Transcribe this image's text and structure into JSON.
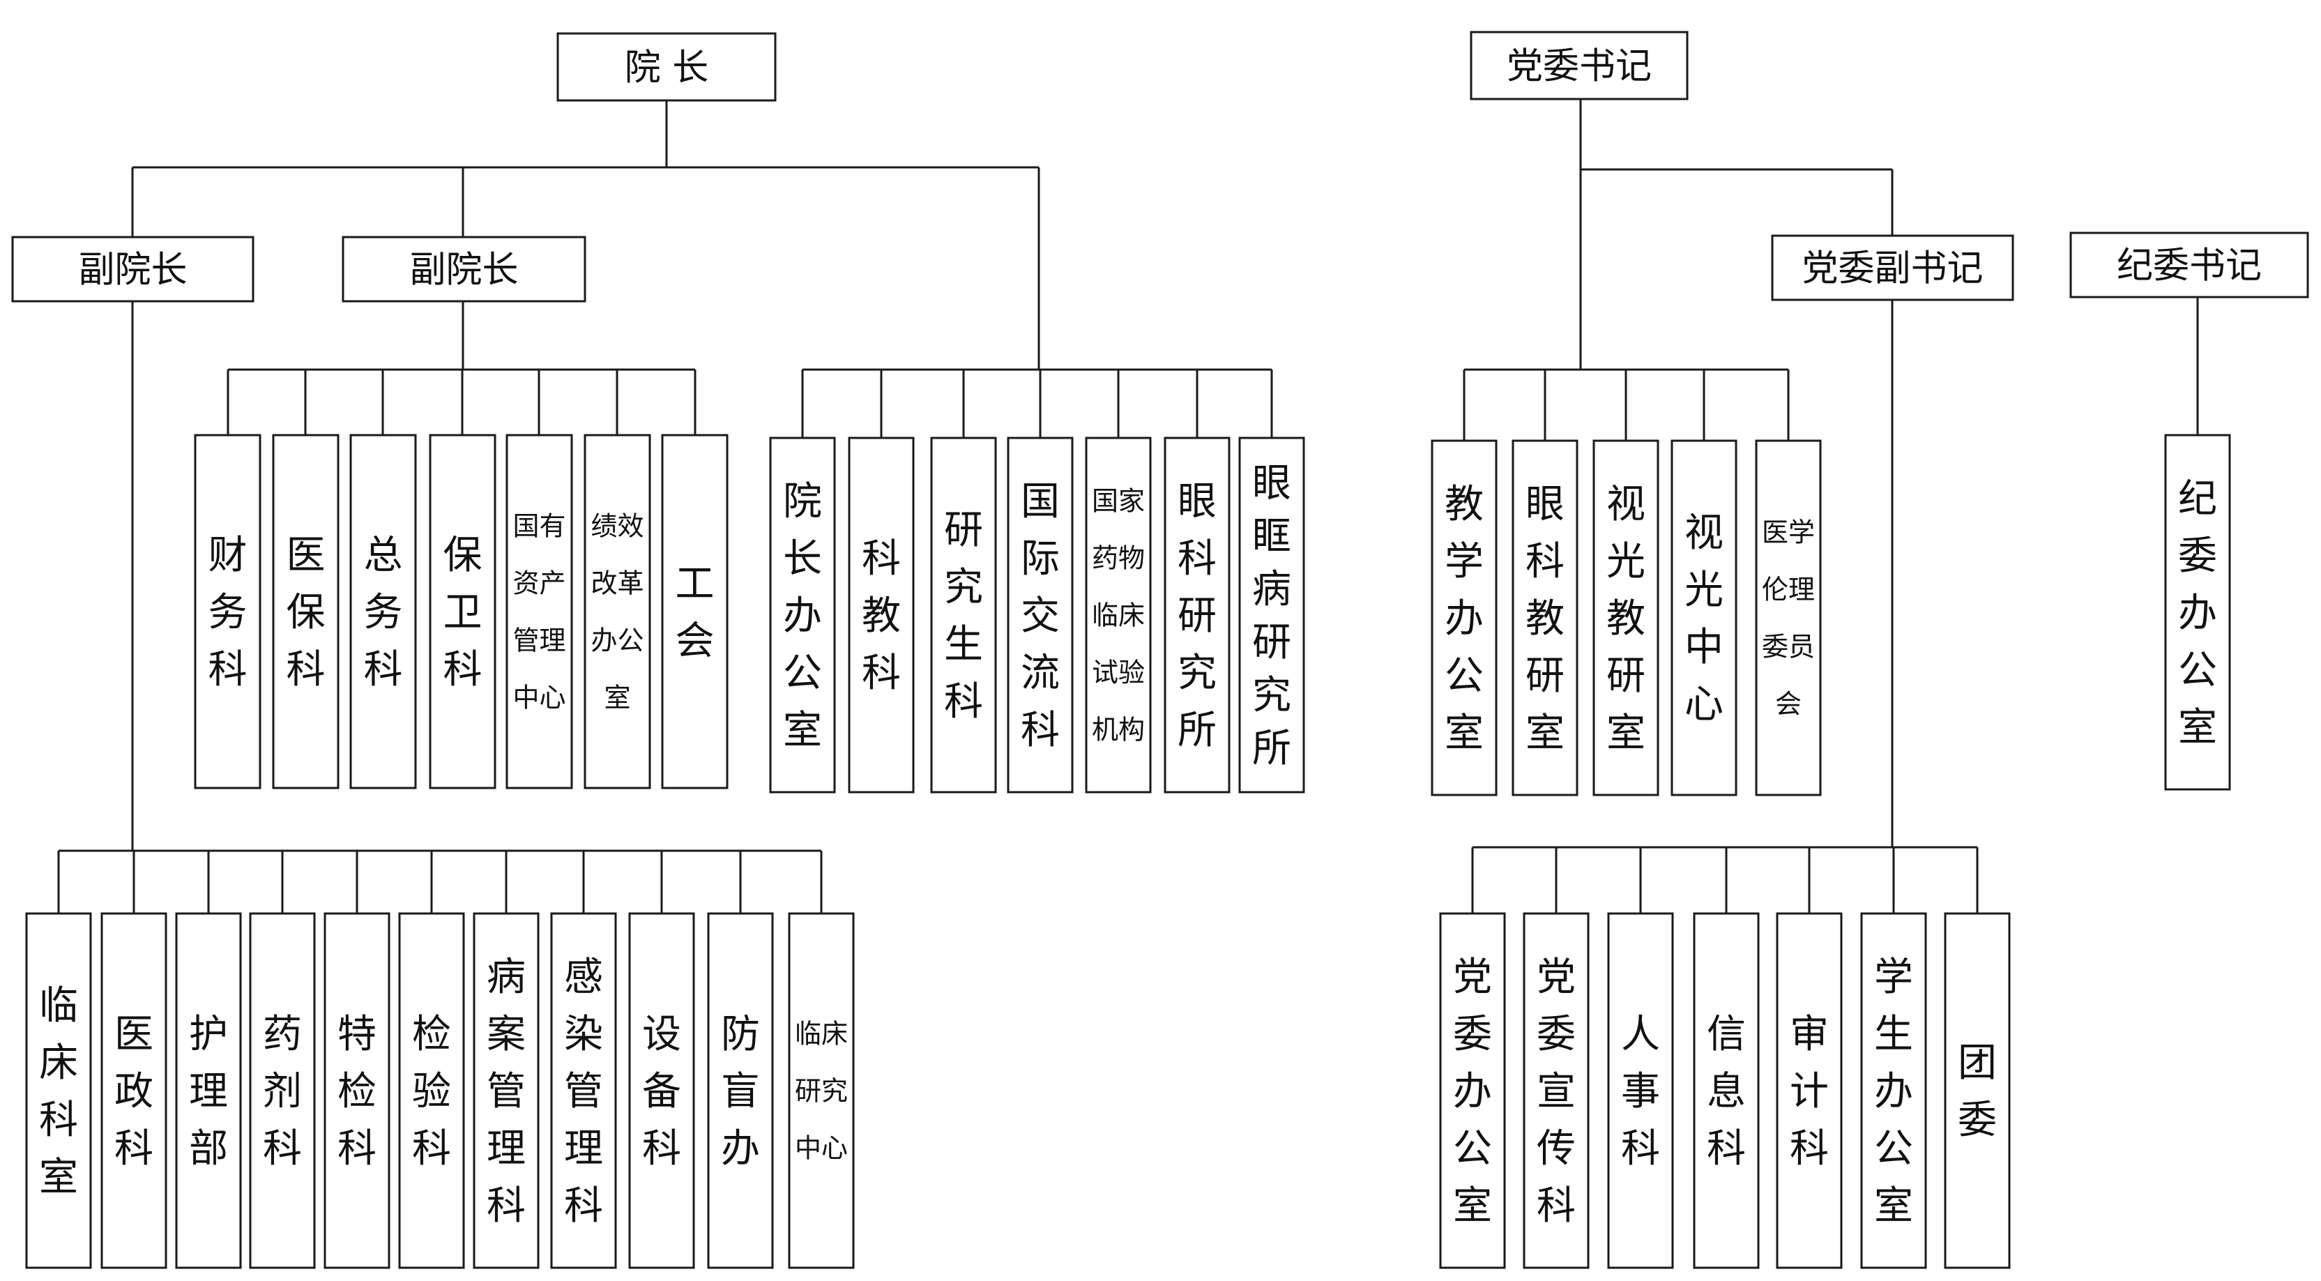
{
  "diagram": {
    "title": "",
    "nodes": {
      "president": {
        "text": "院 长",
        "orientation": "horizontal"
      },
      "party_secretary": {
        "text": "党委书记",
        "orientation": "horizontal"
      },
      "vp1": {
        "text": "副院长",
        "orientation": "horizontal"
      },
      "vp2": {
        "text": "副院长",
        "orientation": "horizontal"
      },
      "deputy_party_secretary": {
        "text": "党委副书记",
        "orientation": "horizontal"
      },
      "discipline_secretary": {
        "text": "纪委书记",
        "orientation": "horizontal"
      },
      "finance": {
        "lines": [
          "财",
          "务",
          "科"
        ]
      },
      "medical_insurance": {
        "lines": [
          "医",
          "保",
          "科"
        ]
      },
      "general_affairs": {
        "lines": [
          "总",
          "务",
          "科"
        ]
      },
      "security": {
        "lines": [
          "保",
          "卫",
          "科"
        ]
      },
      "state_assets": {
        "lines": [
          "国有",
          "资产",
          "管理",
          "中心"
        ]
      },
      "performance_reform": {
        "lines": [
          "绩效",
          "改革",
          "办公",
          "室"
        ]
      },
      "union": {
        "lines": [
          "工",
          "会"
        ]
      },
      "president_office": {
        "lines": [
          "院",
          "长",
          "办",
          "公",
          "室"
        ]
      },
      "science_education": {
        "lines": [
          "科",
          "教",
          "科"
        ]
      },
      "graduate": {
        "lines": [
          "研",
          "究",
          "生",
          "科"
        ]
      },
      "international": {
        "lines": [
          "国",
          "际",
          "交",
          "流",
          "科"
        ]
      },
      "drug_trials": {
        "lines": [
          "国家",
          "药物",
          "临床",
          "试验",
          "机构"
        ]
      },
      "ophthalmology_institute": {
        "lines": [
          "眼",
          "科",
          "研",
          "究",
          "所"
        ]
      },
      "orbital_institute": {
        "lines": [
          "眼",
          "眶",
          "病",
          "研",
          "究",
          "所"
        ]
      },
      "clinical_dept": {
        "lines": [
          "临",
          "床",
          "科",
          "室"
        ]
      },
      "medical_admin": {
        "lines": [
          "医",
          "政",
          "科"
        ]
      },
      "nursing": {
        "lines": [
          "护",
          "理",
          "部"
        ]
      },
      "pharmacy": {
        "lines": [
          "药",
          "剂",
          "科"
        ]
      },
      "special_exam": {
        "lines": [
          "特",
          "检",
          "科"
        ]
      },
      "laboratory": {
        "lines": [
          "检",
          "验",
          "科"
        ]
      },
      "medical_records": {
        "lines": [
          "病",
          "案",
          "管",
          "理",
          "科"
        ]
      },
      "infection_control": {
        "lines": [
          "感",
          "染",
          "管",
          "理",
          "科"
        ]
      },
      "equipment": {
        "lines": [
          "设",
          "备",
          "科"
        ]
      },
      "blindness_prevention": {
        "lines": [
          "防",
          "盲",
          "办"
        ]
      },
      "clinical_research": {
        "lines": [
          "临床",
          "研究",
          "中心"
        ]
      },
      "teaching_office": {
        "lines": [
          "教",
          "学",
          "办",
          "公",
          "室"
        ]
      },
      "ophthalmology_teaching": {
        "lines": [
          "眼",
          "科",
          "教",
          "研",
          "室"
        ]
      },
      "optometry_teaching": {
        "lines": [
          "视",
          "光",
          "教",
          "研",
          "室"
        ]
      },
      "optometry_center": {
        "lines": [
          "视",
          "光",
          "中",
          "心"
        ]
      },
      "ethics_committee": {
        "lines": [
          "医学",
          "伦理",
          "委员",
          "会"
        ]
      },
      "party_office": {
        "lines": [
          "党",
          "委",
          "办",
          "公",
          "室"
        ]
      },
      "publicity": {
        "lines": [
          "党",
          "委",
          "宣",
          "传",
          "科"
        ]
      },
      "personnel": {
        "lines": [
          "人",
          "事",
          "科"
        ]
      },
      "information": {
        "lines": [
          "信",
          "息",
          "科"
        ]
      },
      "audit": {
        "lines": [
          "审",
          "计",
          "科"
        ]
      },
      "student_office": {
        "lines": [
          "学",
          "生",
          "办",
          "公",
          "室"
        ]
      },
      "youth_league": {
        "lines": [
          "团",
          "委"
        ]
      },
      "discipline_office": {
        "lines": [
          "纪",
          "委",
          "办",
          "公",
          "室"
        ]
      }
    }
  }
}
